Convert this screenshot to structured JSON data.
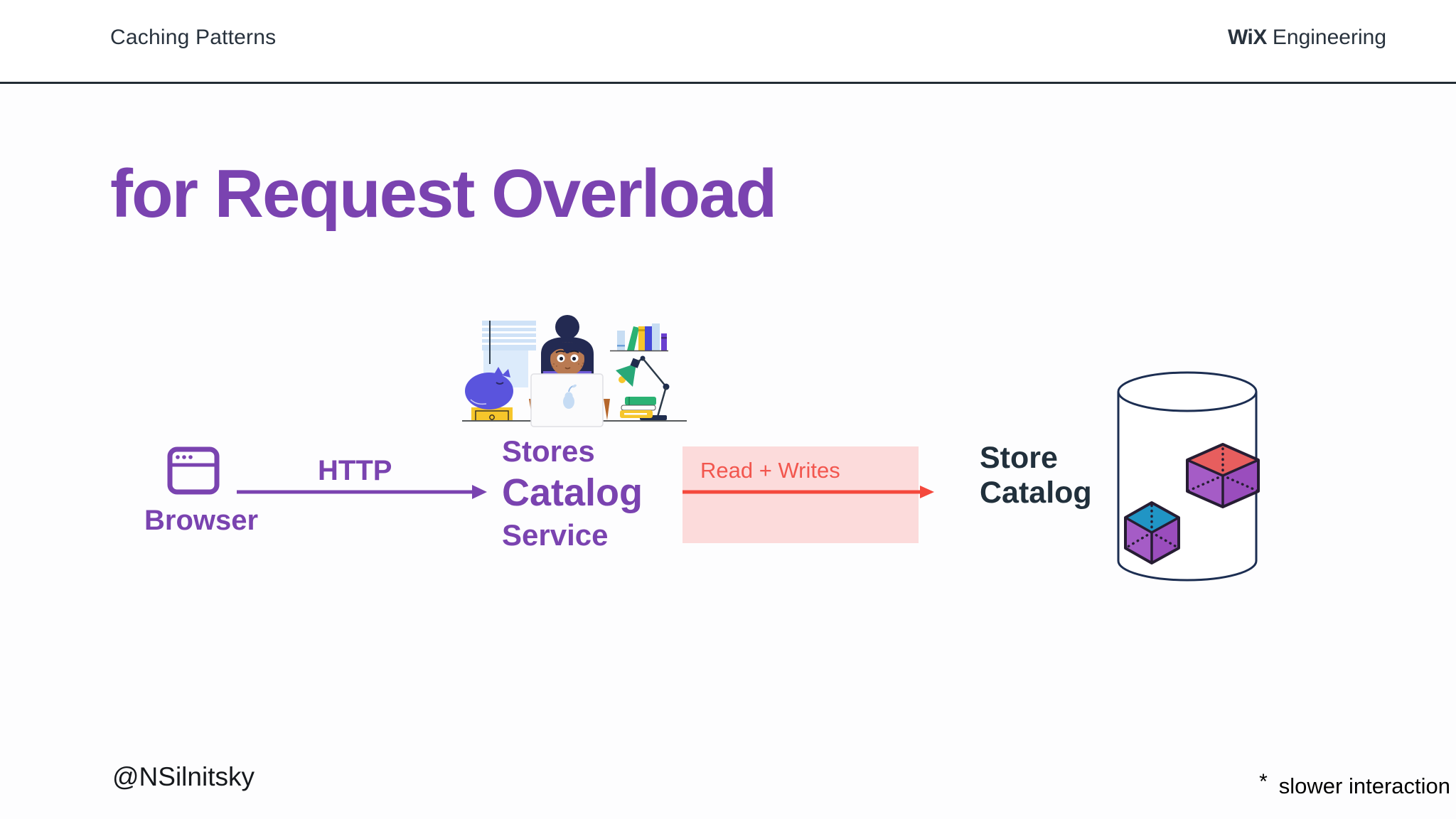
{
  "header": {
    "title": "Caching Patterns",
    "brand_bold": "WiX",
    "brand_light": "Engineering"
  },
  "slide": {
    "title": "for Request Overload",
    "handle": "@NSilnitsky",
    "footnote_marker": "*",
    "footnote": "slower interaction"
  },
  "diagram": {
    "browser": {
      "label": "Browser"
    },
    "http": {
      "label": "HTTP"
    },
    "service": {
      "line1": "Stores",
      "line2": "Catalog",
      "line3": "Service"
    },
    "read_writes": {
      "label": "Read + Writes"
    },
    "store": {
      "line1": "Store",
      "line2": "Catalog"
    }
  },
  "icons": {
    "browser": "browser-window-icon",
    "database": "database-cylinder-icon",
    "cube_top_red": "isometric-cube-red-top",
    "cube_top_blue": "isometric-cube-blue-top",
    "illustration": "person-at-desk-illustration"
  },
  "colors": {
    "purple": "#7a43b0",
    "navy_text": "#21303c",
    "header_text": "#28323d",
    "red_arrow": "#f4483c",
    "pink_box": "#fcdbdb",
    "red_text": "#f2564e",
    "cube_purple_light": "#a55cc6",
    "cube_purple_dark": "#9a4dbd",
    "cube_red": "#e75e5e",
    "cube_blue": "#2095c5",
    "background": "#fdfdfe"
  }
}
